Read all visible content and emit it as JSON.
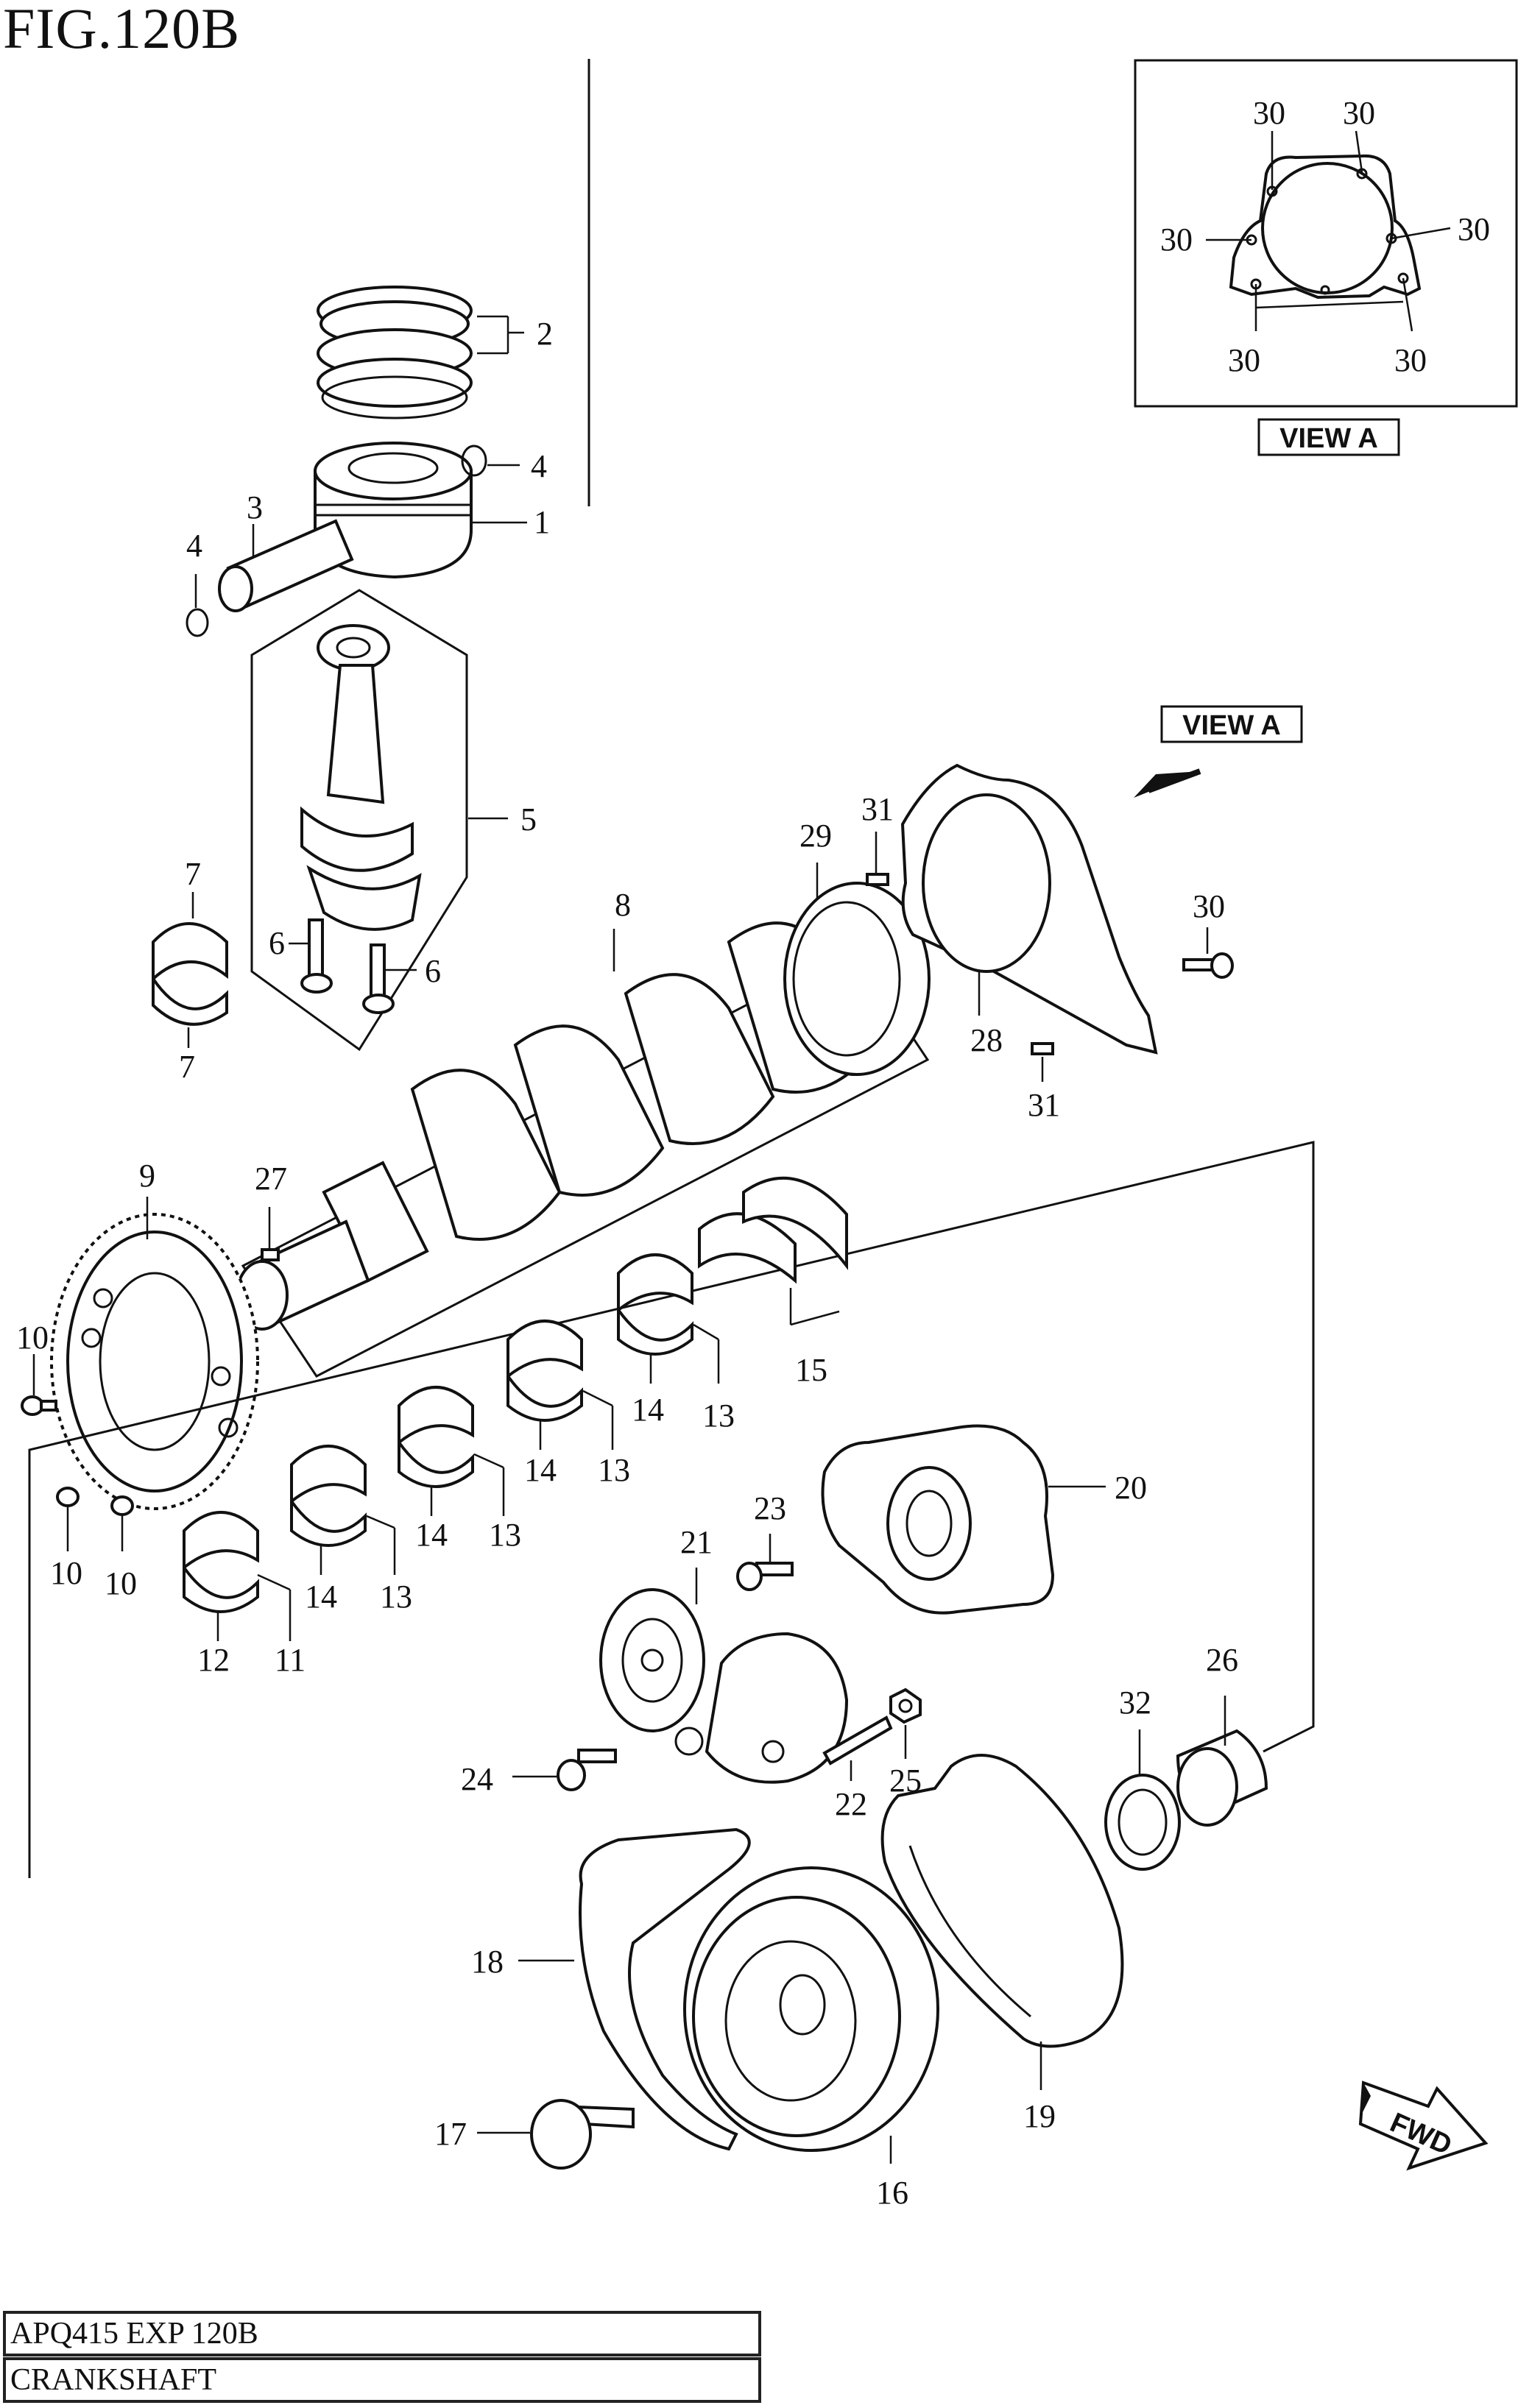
{
  "figure": {
    "title": "FIG.120B"
  },
  "view_a": {
    "label": "VIEW A"
  },
  "fwd_label": "FWD",
  "footer": {
    "code": "APQ415 EXP 120B",
    "name": "CRANKSHAFT"
  },
  "callouts": {
    "c1": "1",
    "c2": "2",
    "c3": "3",
    "c4a": "4",
    "c4b": "4",
    "c5": "5",
    "c6a": "6",
    "c6b": "6",
    "c7a": "7",
    "c7b": "7",
    "c8": "8",
    "c9": "9",
    "c10a": "10",
    "c10b": "10",
    "c10c": "10",
    "c11": "11",
    "c12": "12",
    "c13a": "13",
    "c13b": "13",
    "c13c": "13",
    "c13d": "13",
    "c14a": "14",
    "c14b": "14",
    "c14c": "14",
    "c14d": "14",
    "c15": "15",
    "c16": "16",
    "c17": "17",
    "c18": "18",
    "c19": "19",
    "c20": "20",
    "c21": "21",
    "c22": "22",
    "c23": "23",
    "c24": "24",
    "c25": "25",
    "c26": "26",
    "c27": "27",
    "c28": "28",
    "c29": "29",
    "c30": "30",
    "c31a": "31",
    "c31b": "31",
    "c32": "32",
    "v30a": "30",
    "v30b": "30",
    "v30c": "30",
    "v30d": "30",
    "v30e": "30",
    "v30f": "30"
  }
}
